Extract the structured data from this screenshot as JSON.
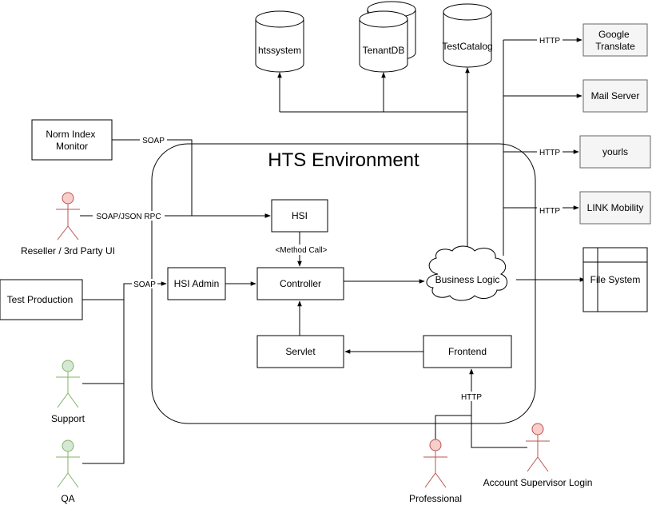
{
  "title": "HTS Environment",
  "databases": {
    "htssystem": "htssystem",
    "tenantdb": "TenantDB",
    "testcatalog": "TestCatalog"
  },
  "external_services": {
    "google_translate": [
      "Google",
      "Translate"
    ],
    "mail_server": "Mail Server",
    "yourls": "yourls",
    "link_mobility": "LINK Mobility",
    "file_system": "File System"
  },
  "components": {
    "norm_index_monitor": [
      "Norm Index",
      "Monitor"
    ],
    "test_production": "Test Production",
    "hsi": "HSI",
    "hsi_admin": "HSI Admin",
    "controller": "Controller",
    "servlet": "Servlet",
    "frontend": "Frontend",
    "business_logic": "Business Logic"
  },
  "actors": {
    "reseller": "Reseller / 3rd Party UI",
    "support": "Support",
    "qa": "QA",
    "professional": "Professional",
    "account_supervisor": "Account Supervisor Login"
  },
  "edge_labels": {
    "soap_norm": "SOAP",
    "soap_json_rpc": "SOAP/JSON RPC",
    "method_call": "<Method Call>",
    "soap_admin": "SOAP",
    "http_google": "HTTP",
    "http_yourls": "HTTP",
    "http_link": "HTTP",
    "http_frontend": "HTTP"
  },
  "colors": {
    "actor_red_fill": "#f8cecc",
    "actor_red_stroke": "#b85450",
    "actor_green_fill": "#d5e8d4",
    "actor_green_stroke": "#82b366",
    "service_fill": "#f5f5f5",
    "service_stroke": "#666666"
  }
}
